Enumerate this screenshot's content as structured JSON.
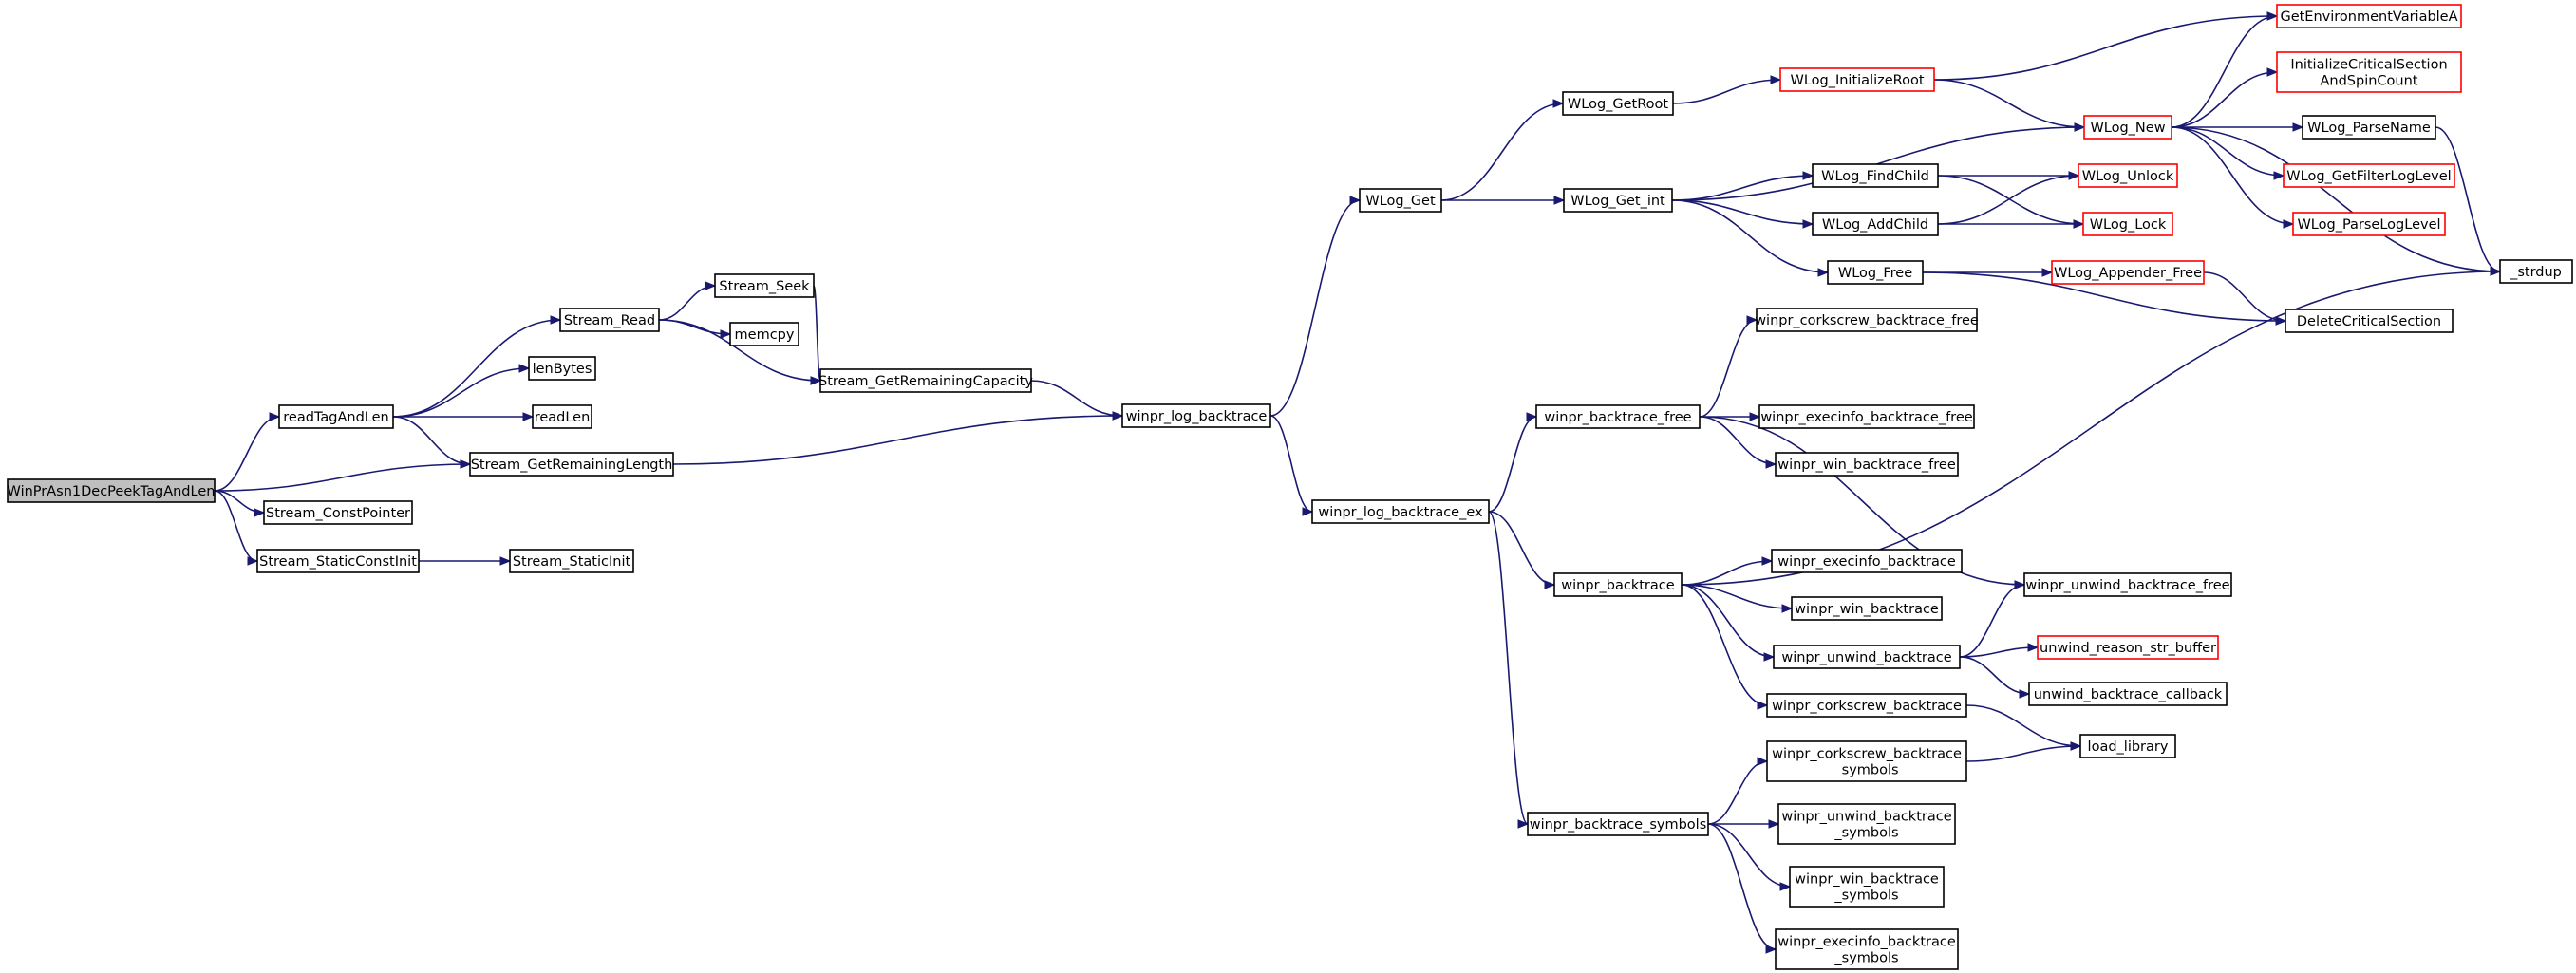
{
  "colors": {
    "edge": "#191970",
    "node_border": "#000000",
    "node_border_truncated": "#ff0000",
    "root_fill": "#bfbfbf",
    "node_fill": "#ffffff"
  },
  "nodes": [
    {
      "id": "root",
      "lines": [
        "WinPrAsn1DecPeekTagAndLen"
      ],
      "root": true
    },
    {
      "id": "readTagAndLen",
      "lines": [
        "readTagAndLen"
      ]
    },
    {
      "id": "Stream_ConstPointer",
      "lines": [
        "Stream_ConstPointer"
      ]
    },
    {
      "id": "Stream_StaticConstInit",
      "lines": [
        "Stream_StaticConstInit"
      ]
    },
    {
      "id": "Stream_StaticInit",
      "lines": [
        "Stream_StaticInit"
      ]
    },
    {
      "id": "Stream_Read",
      "lines": [
        "Stream_Read"
      ]
    },
    {
      "id": "lenBytes",
      "lines": [
        "lenBytes"
      ]
    },
    {
      "id": "readLen",
      "lines": [
        "readLen"
      ]
    },
    {
      "id": "Stream_GetRemainingLength",
      "lines": [
        "Stream_GetRemainingLength"
      ]
    },
    {
      "id": "Stream_Seek",
      "lines": [
        "Stream_Seek"
      ]
    },
    {
      "id": "memcpy",
      "lines": [
        "memcpy"
      ]
    },
    {
      "id": "Stream_GetRemainingCapacity",
      "lines": [
        "Stream_GetRemainingCapacity"
      ]
    },
    {
      "id": "winpr_log_backtrace",
      "lines": [
        "winpr_log_backtrace"
      ]
    },
    {
      "id": "WLog_Get",
      "lines": [
        "WLog_Get"
      ]
    },
    {
      "id": "winpr_log_backtrace_ex",
      "lines": [
        "winpr_log_backtrace_ex"
      ]
    },
    {
      "id": "WLog_GetRoot",
      "lines": [
        "WLog_GetRoot"
      ]
    },
    {
      "id": "WLog_Get_int",
      "lines": [
        "WLog_Get_int"
      ]
    },
    {
      "id": "WLog_InitializeRoot",
      "lines": [
        "WLog_InitializeRoot"
      ],
      "truncated": true
    },
    {
      "id": "WLog_New",
      "lines": [
        "WLog_New"
      ],
      "truncated": true
    },
    {
      "id": "WLog_FindChild",
      "lines": [
        "WLog_FindChild"
      ]
    },
    {
      "id": "WLog_AddChild",
      "lines": [
        "WLog_AddChild"
      ]
    },
    {
      "id": "WLog_Free",
      "lines": [
        "WLog_Free"
      ]
    },
    {
      "id": "WLog_Unlock",
      "lines": [
        "WLog_Unlock"
      ],
      "truncated": true
    },
    {
      "id": "WLog_Lock",
      "lines": [
        "WLog_Lock"
      ],
      "truncated": true
    },
    {
      "id": "WLog_Appender_Free",
      "lines": [
        "WLog_Appender_Free"
      ],
      "truncated": true
    },
    {
      "id": "GetEnvironmentVariableA",
      "lines": [
        "GetEnvironmentVariableA"
      ],
      "truncated": true
    },
    {
      "id": "InitializeCriticalSectionAndSpinCount",
      "lines": [
        "InitializeCriticalSection",
        "AndSpinCount"
      ],
      "truncated": true
    },
    {
      "id": "WLog_ParseName",
      "lines": [
        "WLog_ParseName"
      ]
    },
    {
      "id": "WLog_GetFilterLogLevel",
      "lines": [
        "WLog_GetFilterLogLevel"
      ],
      "truncated": true
    },
    {
      "id": "WLog_ParseLogLevel",
      "lines": [
        "WLog_ParseLogLevel"
      ],
      "truncated": true
    },
    {
      "id": "_strdup",
      "lines": [
        "_strdup"
      ]
    },
    {
      "id": "DeleteCriticalSection",
      "lines": [
        "DeleteCriticalSection"
      ]
    },
    {
      "id": "winpr_backtrace_free",
      "lines": [
        "winpr_backtrace_free"
      ]
    },
    {
      "id": "winpr_corkscrew_backtrace_free",
      "lines": [
        "winpr_corkscrew_backtrace_free"
      ]
    },
    {
      "id": "winpr_execinfo_backtrace_free",
      "lines": [
        "winpr_execinfo_backtrace_free"
      ]
    },
    {
      "id": "winpr_win_backtrace_free",
      "lines": [
        "winpr_win_backtrace_free"
      ]
    },
    {
      "id": "winpr_backtrace",
      "lines": [
        "winpr_backtrace"
      ]
    },
    {
      "id": "winpr_execinfo_backtrace",
      "lines": [
        "winpr_execinfo_backtrace"
      ]
    },
    {
      "id": "winpr_win_backtrace",
      "lines": [
        "winpr_win_backtrace"
      ]
    },
    {
      "id": "winpr_unwind_backtrace",
      "lines": [
        "winpr_unwind_backtrace"
      ]
    },
    {
      "id": "winpr_corkscrew_backtrace",
      "lines": [
        "winpr_corkscrew_backtrace"
      ]
    },
    {
      "id": "winpr_unwind_backtrace_free",
      "lines": [
        "winpr_unwind_backtrace_free"
      ]
    },
    {
      "id": "unwind_reason_str_buffer",
      "lines": [
        "unwind_reason_str_buffer"
      ],
      "truncated": true
    },
    {
      "id": "unwind_backtrace_callback",
      "lines": [
        "unwind_backtrace_callback"
      ]
    },
    {
      "id": "load_library",
      "lines": [
        "load_library"
      ]
    },
    {
      "id": "winpr_backtrace_symbols",
      "lines": [
        "winpr_backtrace_symbols"
      ]
    },
    {
      "id": "winpr_corkscrew_backtrace_symbols",
      "lines": [
        "winpr_corkscrew_backtrace",
        "_symbols"
      ]
    },
    {
      "id": "winpr_unwind_backtrace_symbols",
      "lines": [
        "winpr_unwind_backtrace",
        "_symbols"
      ]
    },
    {
      "id": "winpr_win_backtrace_symbols",
      "lines": [
        "winpr_win_backtrace",
        "_symbols"
      ]
    },
    {
      "id": "winpr_execinfo_backtrace_symbols",
      "lines": [
        "winpr_execinfo_backtrace",
        "_symbols"
      ]
    }
  ],
  "edges": [
    {
      "from": "root",
      "to": "readTagAndLen"
    },
    {
      "from": "root",
      "to": "Stream_GetRemainingLength"
    },
    {
      "from": "root",
      "to": "Stream_ConstPointer"
    },
    {
      "from": "root",
      "to": "Stream_StaticConstInit"
    },
    {
      "from": "readTagAndLen",
      "to": "Stream_Read"
    },
    {
      "from": "readTagAndLen",
      "to": "lenBytes"
    },
    {
      "from": "readTagAndLen",
      "to": "readLen"
    },
    {
      "from": "readTagAndLen",
      "to": "Stream_GetRemainingLength"
    },
    {
      "from": "Stream_StaticConstInit",
      "to": "Stream_StaticInit"
    },
    {
      "from": "Stream_Read",
      "to": "Stream_Seek"
    },
    {
      "from": "Stream_Read",
      "to": "memcpy"
    },
    {
      "from": "Stream_Read",
      "to": "Stream_GetRemainingCapacity"
    },
    {
      "from": "Stream_Seek",
      "to": "Stream_GetRemainingCapacity"
    },
    {
      "from": "Stream_GetRemainingCapacity",
      "to": "winpr_log_backtrace"
    },
    {
      "from": "Stream_GetRemainingLength",
      "to": "winpr_log_backtrace"
    },
    {
      "from": "winpr_log_backtrace",
      "to": "WLog_Get"
    },
    {
      "from": "winpr_log_backtrace",
      "to": "winpr_log_backtrace_ex"
    },
    {
      "from": "WLog_Get",
      "to": "WLog_GetRoot"
    },
    {
      "from": "WLog_Get",
      "to": "WLog_Get_int"
    },
    {
      "from": "WLog_GetRoot",
      "to": "WLog_InitializeRoot"
    },
    {
      "from": "WLog_InitializeRoot",
      "to": "GetEnvironmentVariableA"
    },
    {
      "from": "WLog_InitializeRoot",
      "to": "WLog_New"
    },
    {
      "from": "WLog_Get_int",
      "to": "WLog_New"
    },
    {
      "from": "WLog_Get_int",
      "to": "WLog_FindChild"
    },
    {
      "from": "WLog_Get_int",
      "to": "WLog_AddChild"
    },
    {
      "from": "WLog_Get_int",
      "to": "WLog_Free"
    },
    {
      "from": "WLog_FindChild",
      "to": "WLog_Unlock"
    },
    {
      "from": "WLog_FindChild",
      "to": "WLog_Lock"
    },
    {
      "from": "WLog_AddChild",
      "to": "WLog_Unlock"
    },
    {
      "from": "WLog_AddChild",
      "to": "WLog_Lock"
    },
    {
      "from": "WLog_Free",
      "to": "WLog_Appender_Free"
    },
    {
      "from": "WLog_Free",
      "to": "DeleteCriticalSection"
    },
    {
      "from": "WLog_Appender_Free",
      "to": "DeleteCriticalSection"
    },
    {
      "from": "WLog_New",
      "to": "GetEnvironmentVariableA"
    },
    {
      "from": "WLog_New",
      "to": "InitializeCriticalSectionAndSpinCount"
    },
    {
      "from": "WLog_New",
      "to": "WLog_ParseName"
    },
    {
      "from": "WLog_New",
      "to": "WLog_GetFilterLogLevel"
    },
    {
      "from": "WLog_New",
      "to": "WLog_ParseLogLevel"
    },
    {
      "from": "WLog_New",
      "to": "_strdup"
    },
    {
      "from": "WLog_ParseName",
      "to": "_strdup"
    },
    {
      "from": "winpr_log_backtrace_ex",
      "to": "winpr_backtrace_free"
    },
    {
      "from": "winpr_log_backtrace_ex",
      "to": "winpr_backtrace"
    },
    {
      "from": "winpr_log_backtrace_ex",
      "to": "winpr_backtrace_symbols"
    },
    {
      "from": "winpr_backtrace_free",
      "to": "winpr_corkscrew_backtrace_free"
    },
    {
      "from": "winpr_backtrace_free",
      "to": "winpr_execinfo_backtrace_free"
    },
    {
      "from": "winpr_backtrace_free",
      "to": "winpr_win_backtrace_free"
    },
    {
      "from": "winpr_backtrace_free",
      "to": "winpr_unwind_backtrace_free"
    },
    {
      "from": "winpr_backtrace",
      "to": "_strdup"
    },
    {
      "from": "winpr_backtrace",
      "to": "winpr_execinfo_backtrace"
    },
    {
      "from": "winpr_backtrace",
      "to": "winpr_win_backtrace"
    },
    {
      "from": "winpr_backtrace",
      "to": "winpr_unwind_backtrace"
    },
    {
      "from": "winpr_backtrace",
      "to": "winpr_corkscrew_backtrace"
    },
    {
      "from": "winpr_unwind_backtrace",
      "to": "winpr_unwind_backtrace_free"
    },
    {
      "from": "winpr_unwind_backtrace",
      "to": "unwind_reason_str_buffer"
    },
    {
      "from": "winpr_unwind_backtrace",
      "to": "unwind_backtrace_callback"
    },
    {
      "from": "winpr_corkscrew_backtrace",
      "to": "load_library"
    },
    {
      "from": "winpr_backtrace_symbols",
      "to": "winpr_corkscrew_backtrace_symbols"
    },
    {
      "from": "winpr_backtrace_symbols",
      "to": "winpr_unwind_backtrace_symbols"
    },
    {
      "from": "winpr_backtrace_symbols",
      "to": "winpr_win_backtrace_symbols"
    },
    {
      "from": "winpr_backtrace_symbols",
      "to": "winpr_execinfo_backtrace_symbols"
    },
    {
      "from": "winpr_corkscrew_backtrace_symbols",
      "to": "load_library"
    }
  ]
}
